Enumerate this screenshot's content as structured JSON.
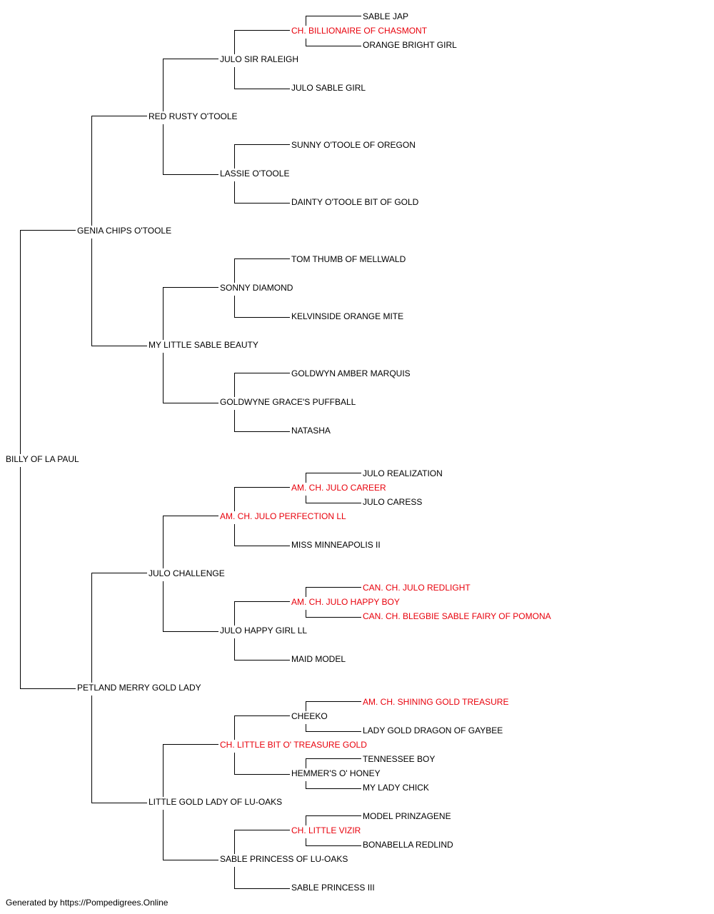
{
  "colors": {
    "normal": "#000000",
    "champion": "#e8000b",
    "line": "#000000"
  },
  "root": {
    "name": "BILLY OF LA PAUL",
    "champion": false,
    "parents": [
      {
        "name": "GENIA CHIPS O'TOOLE",
        "champion": false,
        "parents": [
          {
            "name": "RED RUSTY O'TOOLE",
            "champion": false,
            "parents": [
              {
                "name": "JULO SIR RALEIGH",
                "champion": false,
                "parents": [
                  {
                    "name": "CH. BILLIONAIRE OF CHASMONT",
                    "champion": true,
                    "parents": [
                      {
                        "name": "SABLE JAP",
                        "champion": false
                      },
                      {
                        "name": "ORANGE BRIGHT GIRL",
                        "champion": false
                      }
                    ]
                  },
                  {
                    "name": "JULO SABLE GIRL",
                    "champion": false
                  }
                ]
              },
              {
                "name": "LASSIE O'TOOLE",
                "champion": false,
                "parents": [
                  {
                    "name": "SUNNY O'TOOLE OF OREGON",
                    "champion": false
                  },
                  {
                    "name": "DAINTY O'TOOLE BIT OF GOLD",
                    "champion": false
                  }
                ]
              }
            ]
          },
          {
            "name": "MY LITTLE SABLE BEAUTY",
            "champion": false,
            "parents": [
              {
                "name": "SONNY DIAMOND",
                "champion": false,
                "parents": [
                  {
                    "name": "TOM THUMB OF MELLWALD",
                    "champion": false
                  },
                  {
                    "name": "KELVINSIDE ORANGE MITE",
                    "champion": false
                  }
                ]
              },
              {
                "name": "GOLDWYNE GRACE'S PUFFBALL",
                "champion": false,
                "parents": [
                  {
                    "name": "GOLDWYN AMBER MARQUIS",
                    "champion": false
                  },
                  {
                    "name": "NATASHA",
                    "champion": false
                  }
                ]
              }
            ]
          }
        ]
      },
      {
        "name": "PETLAND MERRY GOLD LADY",
        "champion": false,
        "parents": [
          {
            "name": "JULO CHALLENGE",
            "champion": false,
            "parents": [
              {
                "name": "AM. CH. JULO PERFECTION LL",
                "champion": true,
                "parents": [
                  {
                    "name": "AM. CH. JULO CAREER",
                    "champion": true,
                    "parents": [
                      {
                        "name": "JULO REALIZATION",
                        "champion": false
                      },
                      {
                        "name": "JULO CARESS",
                        "champion": false
                      }
                    ]
                  },
                  {
                    "name": "MISS MINNEAPOLIS II",
                    "champion": false
                  }
                ]
              },
              {
                "name": "JULO HAPPY GIRL LL",
                "champion": false,
                "parents": [
                  {
                    "name": "AM. CH. JULO HAPPY BOY",
                    "champion": true,
                    "parents": [
                      {
                        "name": "CAN. CH. JULO REDLIGHT",
                        "champion": true
                      },
                      {
                        "name": "CAN. CH. BLEGBIE SABLE FAIRY OF POMONA",
                        "champion": true
                      }
                    ]
                  },
                  {
                    "name": "MAID MODEL",
                    "champion": false
                  }
                ]
              }
            ]
          },
          {
            "name": "LITTLE GOLD LADY OF LU-OAKS",
            "champion": false,
            "parents": [
              {
                "name": "CH. LITTLE BIT O' TREASURE GOLD",
                "champion": true,
                "parents": [
                  {
                    "name": "CHEEKO",
                    "champion": false,
                    "parents": [
                      {
                        "name": "AM. CH. SHINING GOLD TREASURE",
                        "champion": true
                      },
                      {
                        "name": "LADY GOLD DRAGON OF GAYBEE",
                        "champion": false
                      }
                    ]
                  },
                  {
                    "name": "HEMMER'S O' HONEY",
                    "champion": false,
                    "parents": [
                      {
                        "name": "TENNESSEE BOY",
                        "champion": false
                      },
                      {
                        "name": "MY LADY CHICK",
                        "champion": false
                      }
                    ]
                  }
                ]
              },
              {
                "name": "SABLE PRINCESS OF LU-OAKS",
                "champion": false,
                "parents": [
                  {
                    "name": "CH. LITTLE VIZIR",
                    "champion": true,
                    "parents": [
                      {
                        "name": "MODEL PRINZAGENE",
                        "champion": false
                      },
                      {
                        "name": "BONABELLA REDLIND",
                        "champion": false
                      }
                    ]
                  },
                  {
                    "name": "SABLE PRINCESS III",
                    "champion": false
                  }
                ]
              }
            ]
          }
        ]
      }
    ]
  },
  "footer": "Generated by https://Pompedigrees.Online"
}
